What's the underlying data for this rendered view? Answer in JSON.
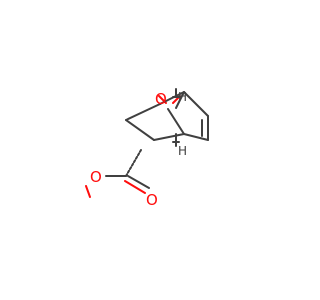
{
  "molecule": {
    "atoms": {
      "bridge_oxygen": "O",
      "ester_carbonyl_oxygen": "O",
      "ester_ether_oxygen": "O",
      "bridgehead_h_top": "H",
      "bridgehead_h_bottom": "H"
    },
    "colors": {
      "carbon_bond": "#404040",
      "oxygen": "#ff0d0d",
      "hydrogen": "#404040",
      "background": "#ffffff"
    }
  }
}
